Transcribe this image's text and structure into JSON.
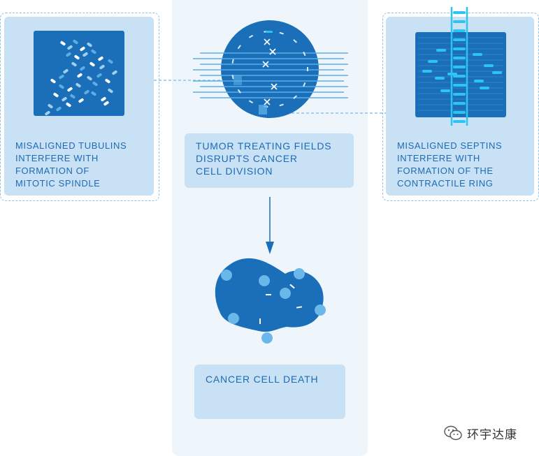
{
  "left_panel": {
    "caption": "MISALIGNED TUBULINS\nINTERFERE WITH\nFORMATION OF\nMITOTIC SPINDLE"
  },
  "center_panel": {
    "top_caption": "TUMOR TREATING FIELDS\nDISRUPTS CANCER\nCELL DIVISION",
    "bottom_caption": "CANCER CELL DEATH"
  },
  "right_panel": {
    "caption": "MISALIGNED SEPTINS\nINTERFERE WITH\nFORMATION OF THE\nCONTRACTILE RING"
  },
  "watermark": {
    "text": "环宇达康",
    "icon": "wechat-icon"
  },
  "colors": {
    "dark_blue": "#1a6fb8",
    "mid_blue": "#2f86cc",
    "light_blue": "#5aaee6",
    "cyan": "#2ec4f2",
    "pale_box": "#c8e1f5",
    "panel_bg": "#eef6fc",
    "text": "#1e6bb5"
  }
}
